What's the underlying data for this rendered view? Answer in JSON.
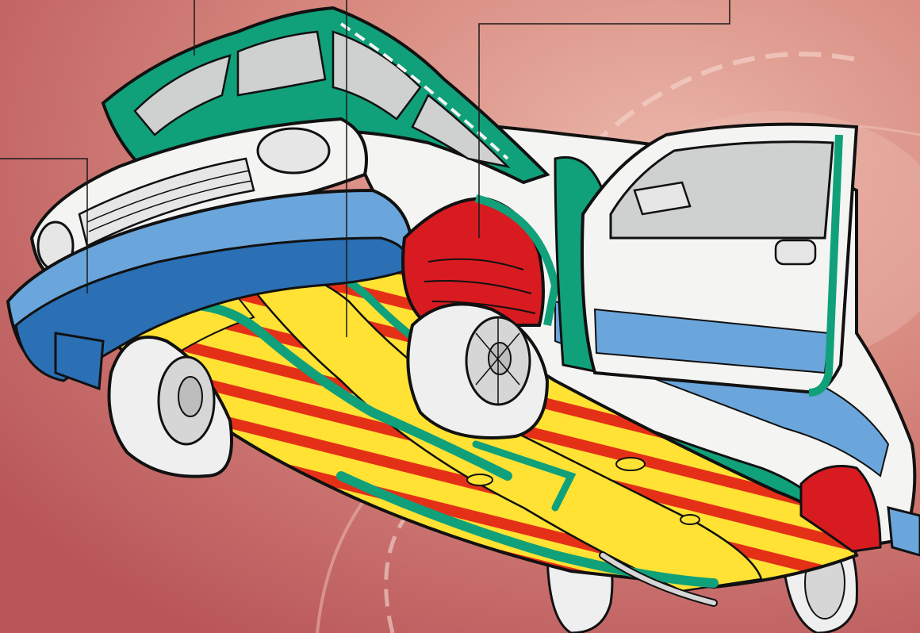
{
  "colors": {
    "background_main": "#d88a80",
    "background_light": "#eab5a8",
    "background_dark": "#b9565a",
    "outline": "#111111",
    "body_white": "#f4f4f2",
    "body_light_gray": "#cfd0d0",
    "seal_green": "#10a07a",
    "bumper_blue": "#2b6fb5",
    "bumper_light_blue": "#6aa6dc",
    "underbody_yellow": "#ffe233",
    "wheel_arch_red": "#d81b20",
    "tire_white": "#efefef",
    "stripe_red": "#e53018",
    "leader_line": "#1a1a1a"
  },
  "components": [
    {
      "id": "hood-inner-panel",
      "color": "seal_green"
    },
    {
      "id": "front-bumper",
      "color": "bumper_blue"
    },
    {
      "id": "underbody-floor",
      "color": "underbody_yellow"
    },
    {
      "id": "front-wheel-arch-liner",
      "color": "wheel_arch_red"
    },
    {
      "id": "rear-wheel-arch-liner",
      "color": "wheel_arch_red"
    },
    {
      "id": "open-front-door",
      "color": "body_white"
    },
    {
      "id": "door-seal",
      "color": "seal_green"
    },
    {
      "id": "side-sill",
      "color": "seal_green"
    }
  ]
}
